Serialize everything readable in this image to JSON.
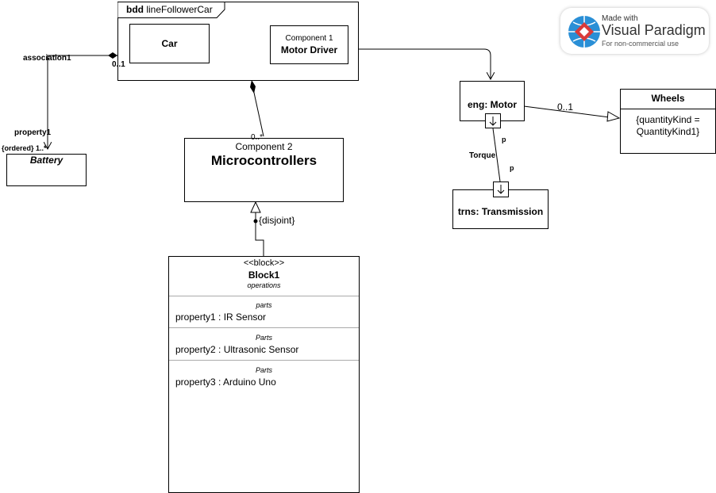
{
  "frame": {
    "keyword": "bdd",
    "name": "lineFollowerCar"
  },
  "car": {
    "label": "Car"
  },
  "motor_driver": {
    "stereo": "Component 1",
    "name": "Motor Driver"
  },
  "microcontrollers": {
    "stereo": "Component 2",
    "name": "Microcontrollers",
    "mult": "0..*"
  },
  "association": {
    "name": "association1",
    "mult_top": "0..1",
    "end_name": "property1",
    "end_mult": "{ordered} 1..*"
  },
  "battery": {
    "name": "Battery"
  },
  "block1": {
    "stereo": "<<block>>",
    "name": "Block1",
    "ops_label": "operations",
    "sections": [
      {
        "header": "parts",
        "item": "property1 : IR Sensor"
      },
      {
        "header": "Parts",
        "item": "property2 : Ultrasonic Sensor"
      },
      {
        "header": "Parts",
        "item": "property3 : Arduino Uno"
      }
    ],
    "constraint": "{disjoint}"
  },
  "motor": {
    "name": "eng: Motor",
    "port": "p"
  },
  "transmission": {
    "name": "trns: Transmission",
    "port": "p"
  },
  "connector": {
    "label": "Torque"
  },
  "wheels": {
    "name": "Wheels",
    "constraint_line1": "{quantityKind =",
    "constraint_line2": "QuantityKind1}",
    "mult": "0..1"
  },
  "watermark": {
    "line1": "Made with",
    "line2": "Visual Paradigm",
    "line3": "For non-commercial use"
  }
}
